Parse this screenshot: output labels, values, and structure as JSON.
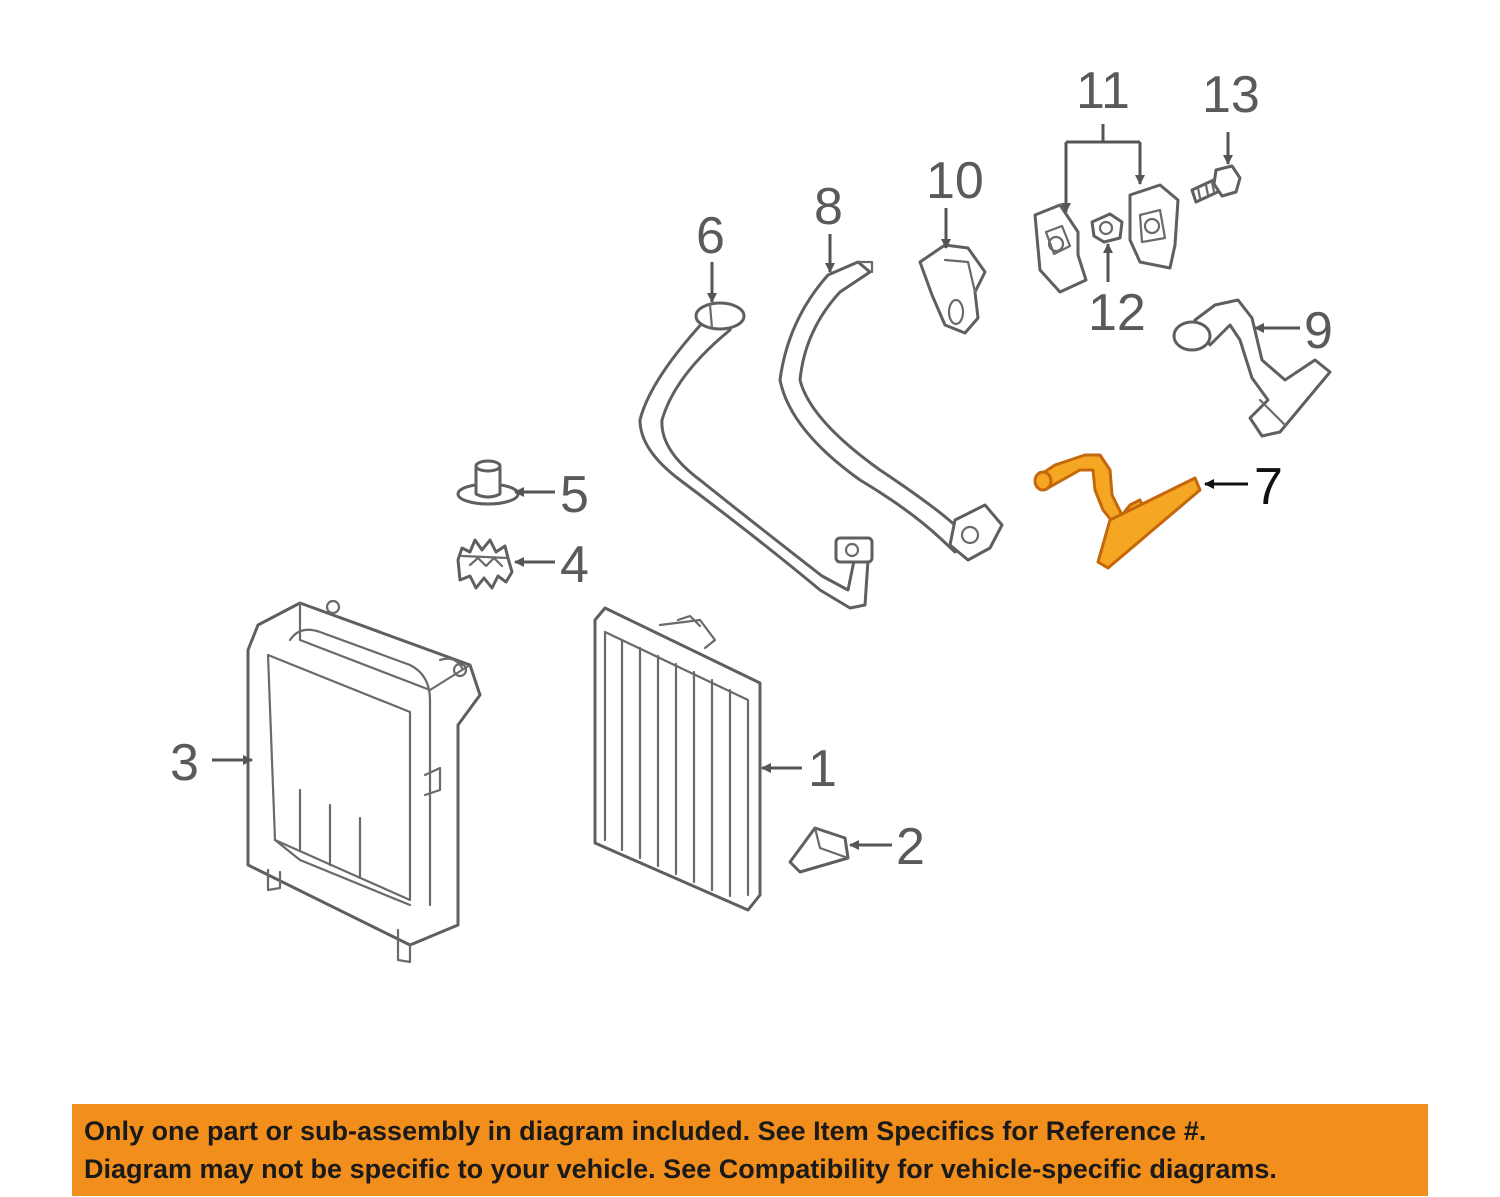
{
  "diagram": {
    "callouts": [
      {
        "id": "1",
        "label": "1"
      },
      {
        "id": "2",
        "label": "2"
      },
      {
        "id": "3",
        "label": "3"
      },
      {
        "id": "4",
        "label": "4"
      },
      {
        "id": "5",
        "label": "5"
      },
      {
        "id": "6",
        "label": "6"
      },
      {
        "id": "7",
        "label": "7"
      },
      {
        "id": "8",
        "label": "8"
      },
      {
        "id": "9",
        "label": "9"
      },
      {
        "id": "10",
        "label": "10"
      },
      {
        "id": "11",
        "label": "11"
      },
      {
        "id": "12",
        "label": "12"
      },
      {
        "id": "13",
        "label": "13"
      }
    ],
    "highlighted_part": "7",
    "colors": {
      "highlight_fill": "#f5a623",
      "highlight_stroke": "#c4680a",
      "line_art": "#5f5f5f",
      "banner_background": "#f28e1c"
    }
  },
  "banner": {
    "line1": "Only one part or sub-assembly in diagram included. See Item Specifics for Reference #.",
    "line2": "Diagram may not be specific to your vehicle. See Compatibility for vehicle-specific diagrams."
  }
}
